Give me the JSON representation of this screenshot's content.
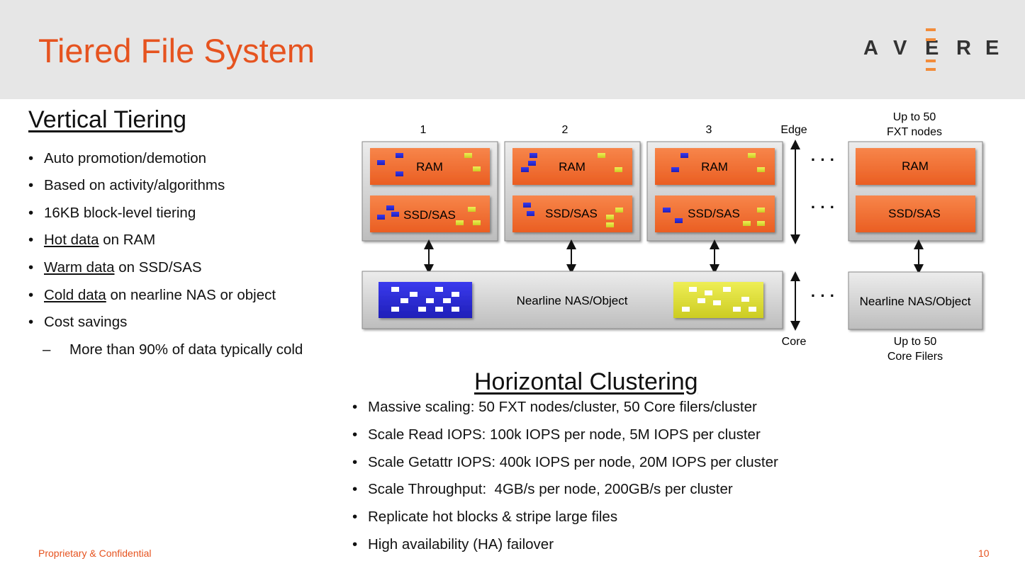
{
  "slide": {
    "title": "Tiered File System",
    "logo": {
      "letters": [
        "A",
        "V",
        "E",
        "R",
        "E"
      ]
    },
    "footer_left": "Proprietary & Confidential",
    "page_number": "10"
  },
  "vertical": {
    "heading": "Vertical Tiering",
    "bullets": [
      {
        "pre": "",
        "u": "",
        "post": "Auto promotion/demotion"
      },
      {
        "pre": "",
        "u": "",
        "post": "Based on activity/algorithms"
      },
      {
        "pre": "",
        "u": "",
        "post": "16KB block-level tiering"
      },
      {
        "pre": "",
        "u": "Hot data",
        "post": " on RAM"
      },
      {
        "pre": "",
        "u": "Warm data",
        "post": " on SSD/SAS"
      },
      {
        "pre": "",
        "u": "Cold data",
        "post": " on nearline NAS or object"
      },
      {
        "pre": "",
        "u": "",
        "post": "Cost savings"
      }
    ],
    "sub_bullet": {
      "dash": "–",
      "text": "More than 90% of data typically cold"
    }
  },
  "diagram": {
    "node_numbers": [
      "1",
      "2",
      "3"
    ],
    "edge_label": "Edge",
    "core_label": "Core",
    "up_to_nodes": [
      "Up to 50",
      "FXT nodes"
    ],
    "up_to_core": [
      "Up to 50",
      "Core Filers"
    ],
    "ram_label": "RAM",
    "ssd_label": "SSD/SAS",
    "nearline_label": "Nearline NAS/Object",
    "ellipsis": "· · ·",
    "colors": {
      "orange": "#f26b2f",
      "blue": "#2b2bd6",
      "yellow": "#dede33",
      "gray": "#d4d4d4"
    }
  },
  "horizontal": {
    "heading": "Horizontal Clustering",
    "bullets": [
      "Massive scaling: 50 FXT nodes/cluster, 50 Core filers/cluster",
      "Scale Read IOPS: 100k IOPS per node, 5M IOPS per cluster",
      "Scale Getattr IOPS: 400k IOPS per node, 20M IOPS per cluster",
      "Scale Throughput:  4GB/s per node, 200GB/s per cluster",
      "Replicate hot blocks & stripe large files",
      "High availability (HA) failover"
    ]
  }
}
